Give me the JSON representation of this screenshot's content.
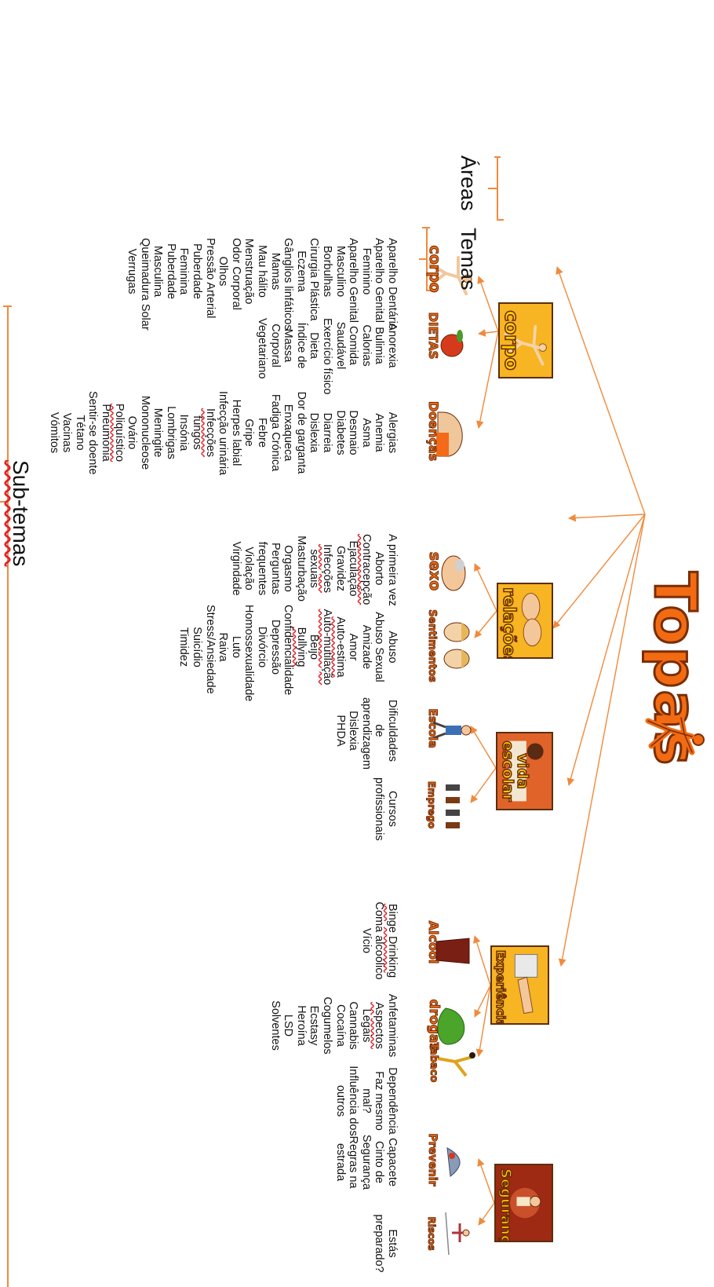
{
  "title": "Topas",
  "labels": {
    "areas": "Áreas",
    "temas": "Temas",
    "subtemas": "Sub-temas"
  },
  "colors": {
    "brand": "#f26b13",
    "arrow": "#f08a3c",
    "area_bg": "#f4a51c",
    "area_label": "#ffd200",
    "outline": "#6b2a05"
  },
  "areas": [
    {
      "id": "corpo",
      "label": "corpo"
    },
    {
      "id": "relacoes",
      "label": "relações"
    },
    {
      "id": "vida-escolar",
      "label": "vida escolar"
    },
    {
      "id": "experiencias",
      "label": "Experiências"
    },
    {
      "id": "seguranca",
      "label": "Segurança"
    }
  ],
  "themes": [
    {
      "id": "corpo",
      "label": "corpo",
      "subtemas": [
        "Aparelho Dentário",
        "Aparelho Genital",
        "Feminino",
        "Aparelho Genital",
        "Masculino",
        "Borbulhas",
        "Cirurgia Plástica",
        "Eczema",
        "Gânglios linfáticos",
        "Mamas",
        "Mau hálito",
        "Menstruação",
        "Odor Corporal",
        "Olhos",
        "Pressão Arterial",
        "Puberdade",
        "Feminina",
        "Puberdade",
        "Masculina",
        "Queimadura Solar",
        "Verrugas"
      ]
    },
    {
      "id": "dietas",
      "label": "DIETAS",
      "subtemas": [
        "Anorexia",
        "Bulimia",
        "Calorias",
        "Comida",
        "Saudável",
        "Exercício físico",
        "Dieta",
        "Índice de",
        "Massa",
        "Corporal",
        "Vegetariano"
      ]
    },
    {
      "id": "doencas",
      "label": "Doenças",
      "subtemas": [
        "Alergias",
        "Anemia",
        "Asma",
        "Desmaio",
        "Diabetes",
        "Diarreia",
        "Dislexia",
        "Dor de garganta",
        "Enxaqueca",
        "Fadiga Crónica",
        "Febre",
        "Gripe",
        "Herpes labial",
        "Infecção urinária",
        "Infecções",
        "fungos",
        "Insónia",
        "Lombrigas",
        "Meningite",
        "Mononucleose",
        "Ovário",
        "Poliquístico",
        "Pneumonia",
        "Sentir-se doente",
        "Tétano",
        "Vacinas",
        "Vómitos"
      ]
    },
    {
      "id": "sexo",
      "label": "sexo",
      "subtemas": [
        "A primeira vez",
        "Aborto",
        "Contracepção",
        "Ejaculação",
        "Gravidez",
        "Infecções",
        "sexuais",
        "Masturbação",
        "Orgasmo",
        "Perguntas",
        "frequentes",
        "Violação",
        "Virgindade"
      ]
    },
    {
      "id": "sentimentos",
      "label": "Sentimentos",
      "subtemas": [
        "Abuso",
        "Abuso Sexual",
        "Amizade",
        "Amor",
        "Auto-estima",
        "Auto-mutilação",
        "Beijo",
        "Bullying",
        "Confidencialidade",
        "Depressão",
        "Divórcio",
        "Homossexualidade",
        "Luto",
        "Raiva",
        "Stress/Ansiedade",
        "Suicídio",
        "Timidez"
      ]
    },
    {
      "id": "escola",
      "label": "Escola",
      "subtemas": [
        "Dificuldades",
        "de",
        "aprendizagem",
        "Dislexia",
        "PHDA"
      ]
    },
    {
      "id": "emprego",
      "label": "Emprego",
      "subtemas": [
        "Cursos",
        "profissionais"
      ]
    },
    {
      "id": "alcool",
      "label": "Alcool",
      "subtemas": [
        "Binge Drinking",
        "Coma alcoólico",
        "Vício"
      ]
    },
    {
      "id": "drogas",
      "label": "drogas",
      "subtemas": [
        "Anfetaminas",
        "Aspectos",
        "Legais",
        "Cannabis",
        "Cocaína",
        "Cogumelos",
        "Ecstasy",
        "Heroína",
        "LSD",
        "Solventes"
      ]
    },
    {
      "id": "tabaco",
      "label": "Tabaco",
      "subtemas": [
        "Dependência",
        "Faz mesmo",
        "mal?",
        "Influência dos",
        "outros"
      ]
    },
    {
      "id": "prevenir",
      "label": "Prevenir",
      "subtemas": [
        "Capacete",
        "Cinto de",
        "Segurança",
        "Regras na",
        "estrada"
      ]
    },
    {
      "id": "riscos",
      "label": "Riscos",
      "subtemas": [
        "Estás",
        "preparado?"
      ]
    }
  ]
}
